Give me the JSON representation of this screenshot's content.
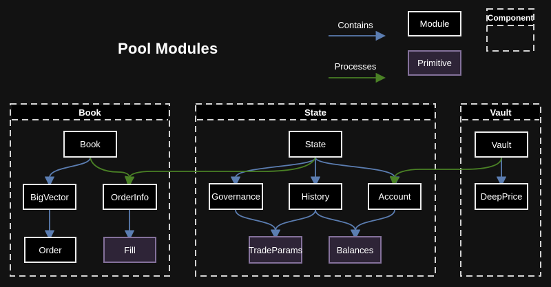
{
  "title": "Pool Modules",
  "legend": {
    "contains": "Contains",
    "processes": "Processes",
    "module": "Module",
    "primitive": "Primitive",
    "component": "Component"
  },
  "groups": {
    "book": {
      "title": "Book",
      "nodes": {
        "book": "Book",
        "bigvector": "BigVector",
        "orderinfo": "OrderInfo",
        "order": "Order",
        "fill": "Fill"
      }
    },
    "state": {
      "title": "State",
      "nodes": {
        "state": "State",
        "governance": "Governance",
        "history": "History",
        "account": "Account",
        "tradeparams": "TradeParams",
        "balances": "Balances"
      }
    },
    "vault": {
      "title": "Vault",
      "nodes": {
        "vault": "Vault",
        "deepprice": "DeepPrice"
      }
    }
  },
  "edges": [
    {
      "from": "Book",
      "to": "BigVector",
      "type": "contains"
    },
    {
      "from": "BigVector",
      "to": "Order",
      "type": "contains"
    },
    {
      "from": "OrderInfo",
      "to": "Fill",
      "type": "contains"
    },
    {
      "from": "State",
      "to": "Governance",
      "type": "contains"
    },
    {
      "from": "State",
      "to": "History",
      "type": "contains"
    },
    {
      "from": "State",
      "to": "Account",
      "type": "contains"
    },
    {
      "from": "Governance",
      "to": "TradeParams",
      "type": "contains"
    },
    {
      "from": "History",
      "to": "TradeParams",
      "type": "contains"
    },
    {
      "from": "History",
      "to": "Balances",
      "type": "contains"
    },
    {
      "from": "Account",
      "to": "Balances",
      "type": "contains"
    },
    {
      "from": "Vault",
      "to": "DeepPrice",
      "type": "contains"
    },
    {
      "from": "Book",
      "to": "OrderInfo",
      "type": "processes"
    },
    {
      "from": "State",
      "to": "OrderInfo",
      "type": "processes"
    },
    {
      "from": "Vault",
      "to": "Account",
      "type": "processes"
    }
  ],
  "theme": {
    "background": "#121212",
    "text": "#ffffff",
    "module_bg": "#000000",
    "module_border": "#ededed",
    "primitive_bg": "#2e2437",
    "primitive_border": "#84719b",
    "group_border": "#d4d4d4",
    "group_titlebar_bg": "#000000",
    "contains_color": "#5b7db1",
    "processes_color": "#4a8125"
  }
}
